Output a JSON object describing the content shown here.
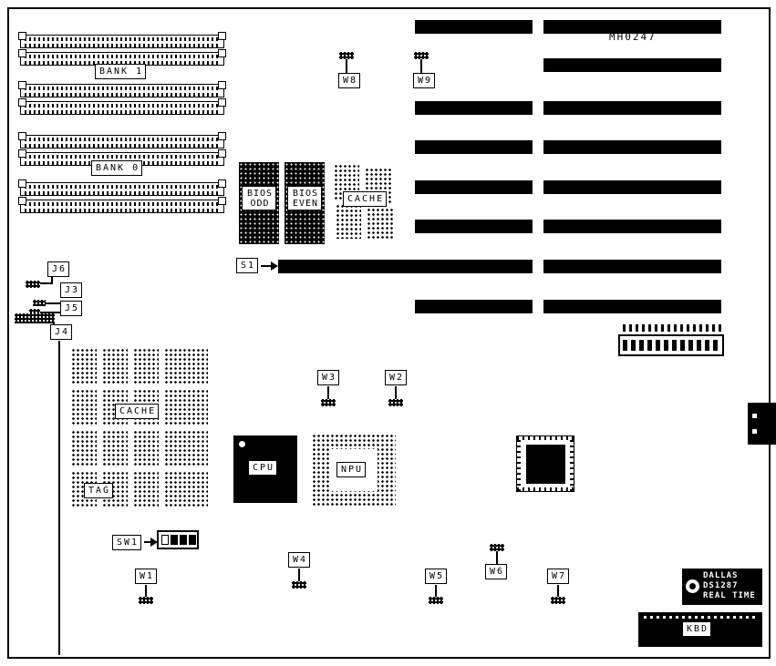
{
  "board": {
    "part_number": "MH0247"
  },
  "memory": {
    "bank1_label": "BANK 1",
    "bank0_label": "BANK 0"
  },
  "rom": {
    "bios_odd_line1": "BIOS",
    "bios_odd_line2": "ODD",
    "bios_even_line1": "BIOS",
    "bios_even_line2": "EVEN"
  },
  "cache": {
    "top_label": "CACHE",
    "left_label": "CACHE",
    "tag_label": "TAG"
  },
  "processors": {
    "cpu_label": "CPU",
    "npu_label": "NPU"
  },
  "slots": {
    "s1_label": "S1"
  },
  "jumpers": {
    "w1": "W1",
    "w2": "W2",
    "w3": "W3",
    "w4": "W4",
    "w5": "W5",
    "w6": "W6",
    "w7": "W7",
    "w8": "W8",
    "w9": "W9",
    "sw1": "SW1",
    "j3": "J3",
    "j4": "J4",
    "j5": "J5",
    "j6": "J6"
  },
  "rtc": {
    "line1": "DALLAS",
    "line2": "DS1287",
    "line3": "REAL TIME"
  },
  "keyboard": {
    "label": "KBD"
  }
}
